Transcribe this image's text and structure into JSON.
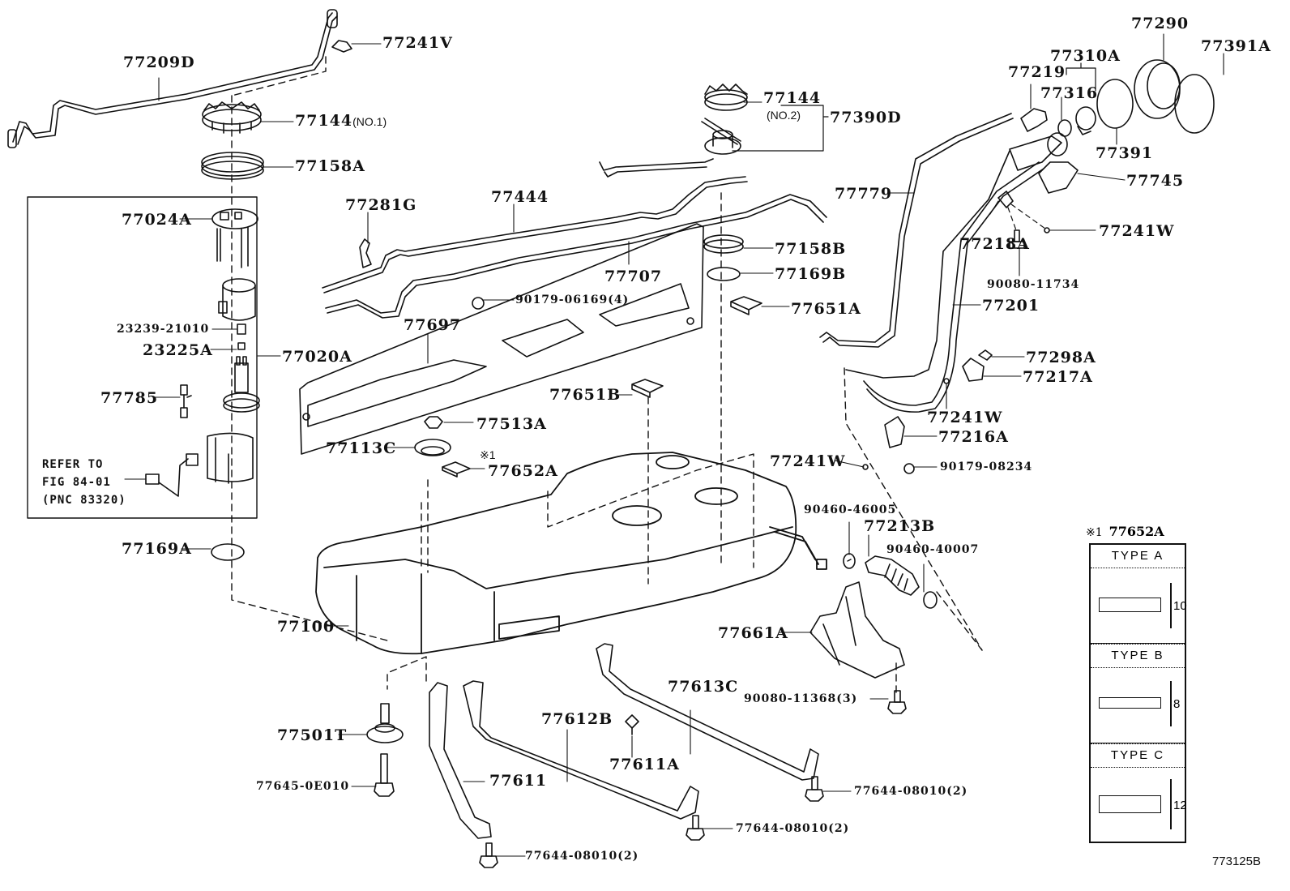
{
  "diagram": {
    "title": "Fuel tank and tube parts diagram",
    "figure_code": "773125B",
    "labels": {
      "p77209D": "77209D",
      "p77241V": "77241V",
      "p77144_1": "77144",
      "p77144_1_sub": "(NO.1)",
      "p77158A": "77158A",
      "p77024A": "77024A",
      "p23239": "23239-21010",
      "p23225A": "23225A",
      "p77020A": "77020A",
      "p77785": "77785",
      "p77169A": "77169A",
      "p77281G": "77281G",
      "p77444": "77444",
      "p77707": "77707",
      "p77697": "77697",
      "p90179_06169": "90179-06169(4)",
      "p77144_2": "77144",
      "p77144_2_sub": "(NO.2)",
      "p77390D": "77390D",
      "p77158B": "77158B",
      "p77169B": "77169B",
      "p77651A": "77651A",
      "p77651B": "77651B",
      "p77513A": "77513A",
      "p77113C": "77113C",
      "p77652A": "77652A",
      "p77652A_mark": "※1",
      "p77100": "77100",
      "p77501T": "77501T",
      "p77645": "77645-0E010",
      "p77611": "77611",
      "p77612B": "77612B",
      "p77611A": "77611A",
      "p77613C": "77613C",
      "p77644_a": "77644-08010(2)",
      "p77644_b": "77644-08010(2)",
      "p77644_c": "77644-08010(2)",
      "p77661A": "77661A",
      "p90080_11368": "90080-11368(3)",
      "p90460_46005": "90460-46005",
      "p77213B": "77213B",
      "p90460_40007": "90460-40007",
      "p77241W_a": "77241W",
      "p77241W_b": "77241W",
      "p77241W_c": "77241W",
      "p90179_08234": "90179-08234",
      "p77216A": "77216A",
      "p77217A": "77217A",
      "p77298A": "77298A",
      "p77201": "77201",
      "p77779": "77779",
      "p77218A": "77218A",
      "p90080_11734": "90080-11734",
      "p77745": "77745",
      "p77219": "77219",
      "p77310A": "77310A",
      "p77316": "77316",
      "p77391": "77391",
      "p77290": "77290",
      "p77391A": "77391A"
    },
    "refer_note": {
      "line1": "REFER TO",
      "line2": "FIG 84-01",
      "line3": "(PNC 83320)"
    },
    "type_table": {
      "mark": "※1",
      "part": "77652A",
      "rows": [
        {
          "type": "TYPE  A",
          "dimension": "10"
        },
        {
          "type": "TYPE  B",
          "dimension": "8"
        },
        {
          "type": "TYPE  C",
          "dimension": "12"
        }
      ]
    }
  }
}
